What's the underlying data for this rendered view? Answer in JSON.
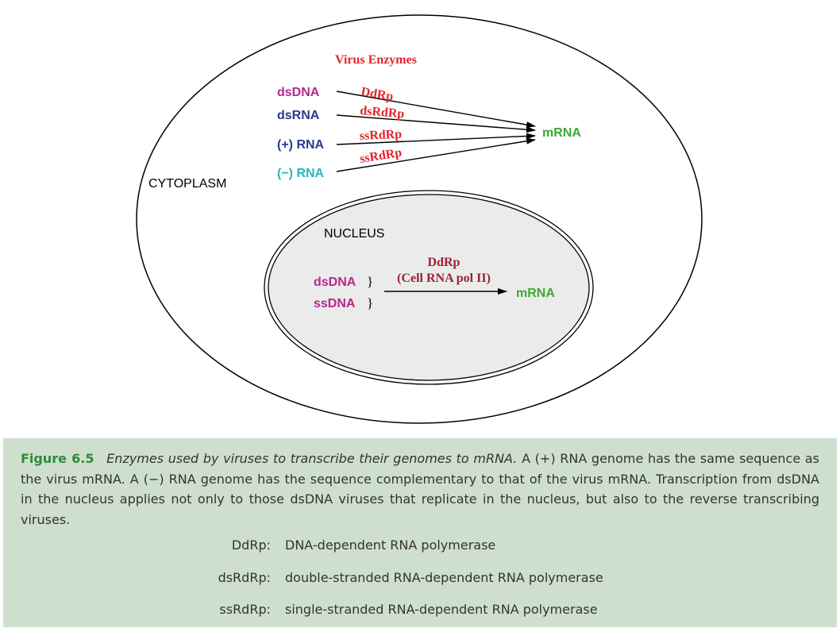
{
  "diagram": {
    "cytoplasm_label": "CYTOPLASM",
    "nucleus_label": "NUCLEUS",
    "virus_enzymes_title": "Virus Enzymes",
    "cytoplasm_genomes": [
      {
        "label": "dsDNA",
        "color": "#b5278e"
      },
      {
        "label": "dsRNA",
        "color": "#2b3990"
      },
      {
        "label": "(+) RNA",
        "color": "#2b3990"
      },
      {
        "label": "(−) RNA",
        "color": "#2bb5bd"
      }
    ],
    "cytoplasm_enzymes": [
      "DdRp",
      "dsRdRp",
      "ssRdRp",
      "ssRdRp"
    ],
    "cytoplasm_product": "mRNA",
    "nucleus_genomes": [
      {
        "label": "dsDNA",
        "color": "#b5278e"
      },
      {
        "label": "ssDNA",
        "color": "#b5278e"
      }
    ],
    "brace": "}",
    "nucleus_enzyme": "DdRp",
    "nucleus_enzyme_note": "(Cell RNA pol II)",
    "nucleus_product": "mRNA",
    "colors": {
      "enzyme_red": "#e0262c",
      "nucleus_enzyme": "#9b2335",
      "mrna_green": "#3aaa35",
      "nucleus_fill": "#ebebeb",
      "caption_bg": "#cfdfcd",
      "figure_number": "#2e8b3a"
    }
  },
  "caption": {
    "figure_number": "Figure 6.5",
    "title": "Enzymes used by viruses to transcribe their genomes to mRNA.",
    "body": "A (+) RNA genome has the same sequence as the virus mRNA. A (−) RNA genome has the sequence complementary to that of the virus mRNA. Transcription from dsDNA in the nucleus applies not only to those dsDNA viruses that replicate in the nucleus, but also to the reverse transcribing viruses.",
    "glossary": [
      {
        "term": "DdRp:",
        "definition": "DNA-dependent RNA polymerase"
      },
      {
        "term": "dsRdRp:",
        "definition": "double-stranded RNA-dependent RNA polymerase"
      },
      {
        "term": "ssRdRp:",
        "definition": "single-stranded RNA-dependent RNA polymerase"
      }
    ]
  }
}
